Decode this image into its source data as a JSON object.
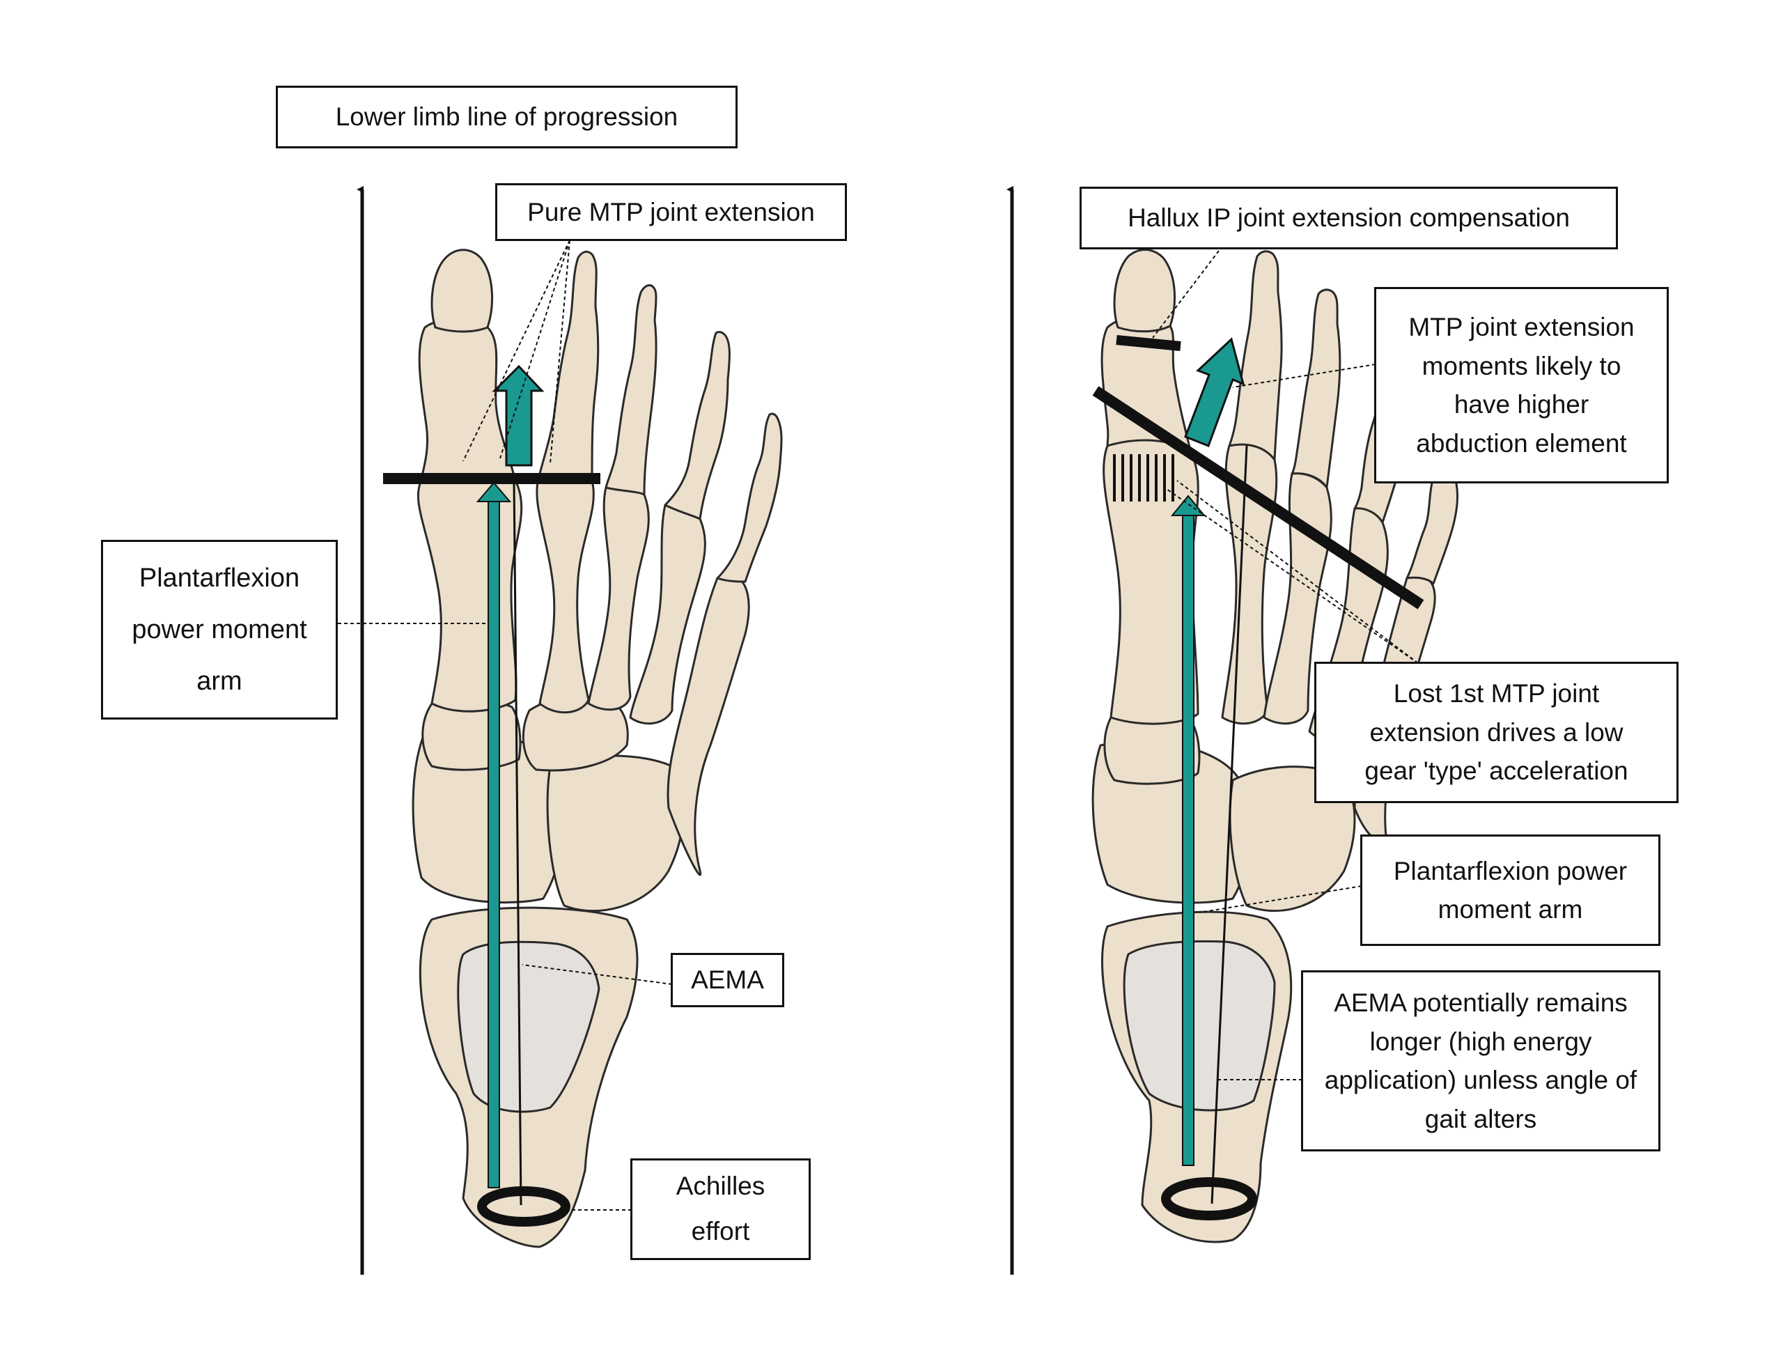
{
  "labels": {
    "line_of_progression": "Lower limb line of progression",
    "pure_mtp": "Pure MTP joint extension",
    "plantarflexion_left": "Plantarflexion power moment arm",
    "aema_left": "AEMA",
    "achilles": "Achilles effort",
    "hallux_ip": "Hallux IP joint extension compensation",
    "mtp_abduction": "MTP joint extension moments likely to have higher abduction element",
    "lost_mtp": "Lost 1st   MTP joint extension drives a low gear 'type' acceleration",
    "plantarflexion_right": "Plantarflexion power moment arm",
    "aema_right": "AEMA potentially remains longer (high energy application) unless angle of gait alters"
  },
  "colors": {
    "bone_fill": "#ecdfcb",
    "bone_stroke": "#2a2a2a",
    "talus_fill": "#e4e1dc",
    "arrow_teal": "#1a9990",
    "line": "#111111"
  }
}
